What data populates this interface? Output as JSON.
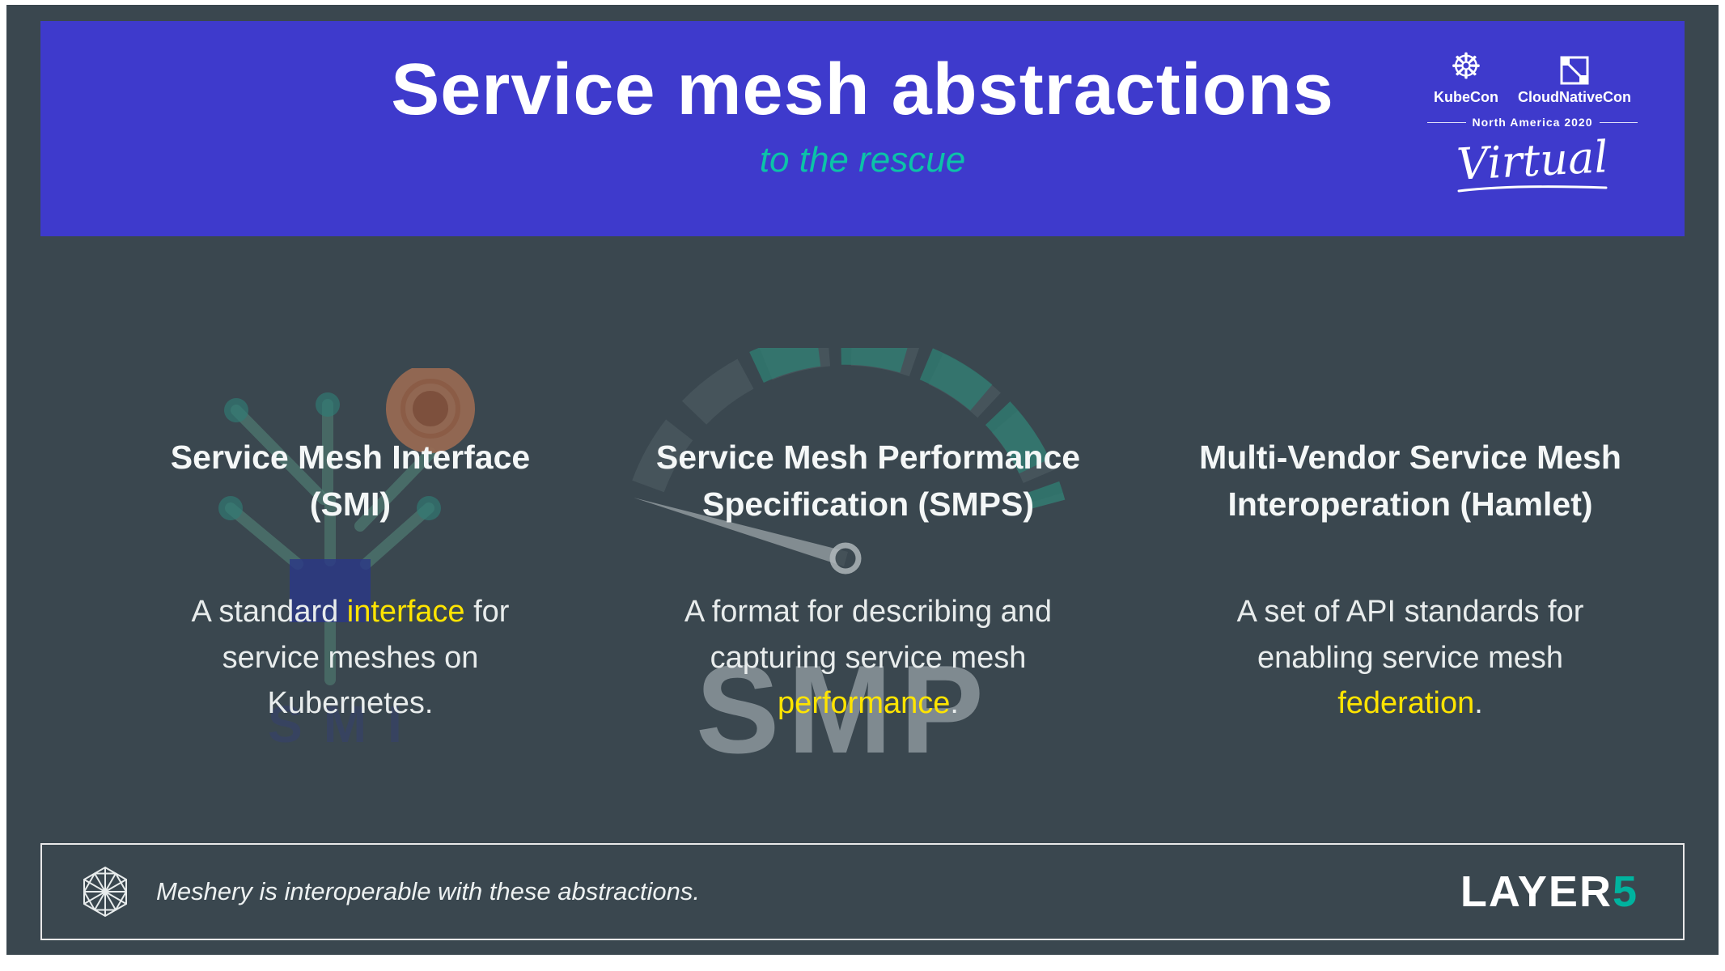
{
  "header": {
    "title": "Service mesh abstractions",
    "subtitle": "to the rescue"
  },
  "event_badge": {
    "kubecon": "KubeCon",
    "cloudnativecon": "CloudNativeCon",
    "edition": "North America 2020",
    "mode": "Virtual"
  },
  "columns": [
    {
      "heading_line1": "Service Mesh Interface",
      "heading_line2": "(SMI)",
      "body_pre": "A standard ",
      "body_highlight": "interface",
      "body_post": " for service meshes on Kubernetes."
    },
    {
      "heading_line1": "Service Mesh Performance",
      "heading_line2": "Specification (SMPS)",
      "body_pre": "A format for describing and capturing service mesh ",
      "body_highlight": "performance",
      "body_post": "."
    },
    {
      "heading_line1": "Multi-Vendor Service Mesh",
      "heading_line2": "Interoperation (Hamlet)",
      "body_pre": "A set of API standards for enabling service mesh ",
      "body_highlight": "federation",
      "body_post": "."
    }
  ],
  "watermarks": {
    "smi_label": "SMI",
    "smp_label": "SMP"
  },
  "footer": {
    "note": "Meshery is interoperable with these abstractions.",
    "brand_main": "LAYER",
    "brand_accent": "5"
  },
  "icons": [
    "kubernetes-helm-icon",
    "cloudnativecon-icon",
    "meshery-logo-icon",
    "smi-watermark-graphic",
    "smp-gauge-watermark-graphic"
  ],
  "colors": {
    "background": "#3A474F",
    "header_blue": "#3E3ACC",
    "subtitle_teal": "#0CC3A8",
    "highlight_yellow": "#FFE400",
    "brand_teal": "#00B39F"
  }
}
